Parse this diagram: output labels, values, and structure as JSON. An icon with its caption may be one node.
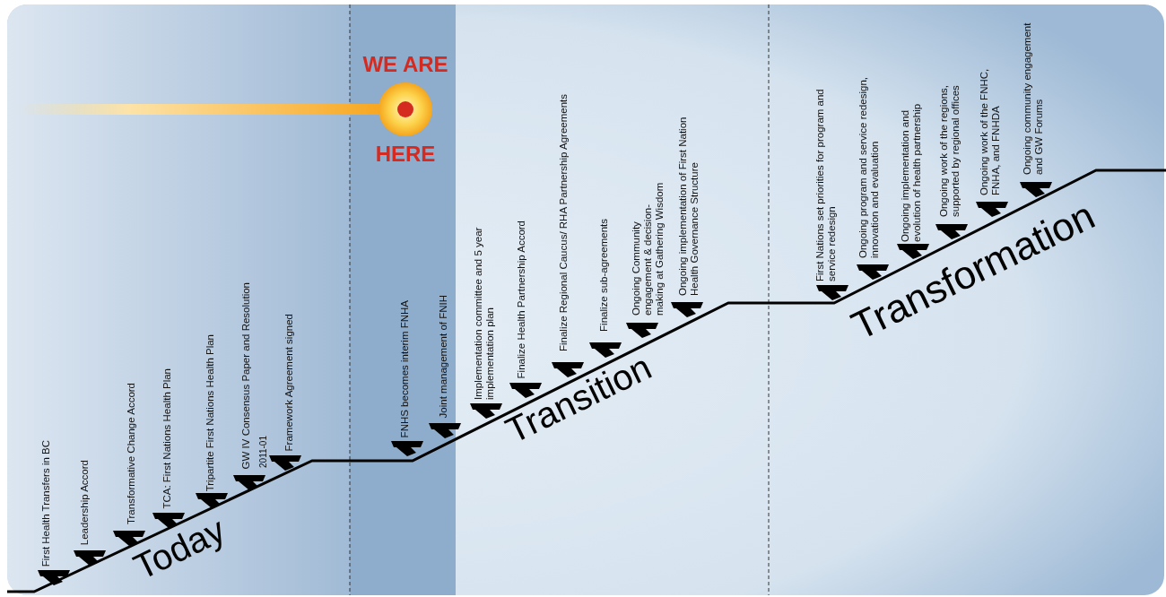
{
  "diagram": {
    "labels": [
      "WE ARE",
      "HERE",
      "First Health Transfers  in BC",
      "Leadership Accord",
      "Transformative Change Accord",
      "TCA: First Nations Health Plan",
      "Tripartite First Nations Health Plan",
      "GW IV Consensus Paper and Resolution",
      "2011-01",
      "Framework Agreement signed",
      "Today",
      "FNHS becomes interim FNHA",
      "Joint management of FNIH",
      "Implementation committee and 5 year implementation plan",
      "Finalize Health Partnership Accord",
      "Finalize Regional Caucus/ RHA Partnership Agreements",
      "Finalize sub-agreements",
      "Ongoing Community engagement & decision-making at Gathering Wisdom",
      "Ongoing implementation of First Nation Health Governance Structure",
      "Transition",
      "First Nations set priorities for program and service redesign",
      "Ongoing program and service redesign, innovation and evaluation",
      "Ongoing implementation and evolution of health partnership",
      "Ongoing  work of the regions, supported by regional offices",
      "Ongoing  work of the FNHC, FNHA, and FNHDA",
      "Ongoing community engagement and GW Forums",
      "Transformation"
    ]
  }
}
